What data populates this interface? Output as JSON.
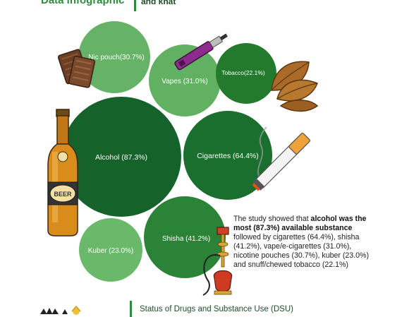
{
  "header": {
    "left_title": "Data infographic",
    "right_title": "and khat"
  },
  "bubbles": [
    {
      "key": "nic_pouch",
      "label": "Nic pouch(30.7%)",
      "value": 30.7,
      "color": "#66b266"
    },
    {
      "key": "vapes",
      "label": "Vapes (31.0%)",
      "value": 31.0,
      "color": "#62b062"
    },
    {
      "key": "tobacco",
      "label": "Tobacco(22.1%)",
      "value": 22.1,
      "color": "#237a2c"
    },
    {
      "key": "alcohol",
      "label": "Alcohol (87.3%)",
      "value": 87.3,
      "color": "#15622a"
    },
    {
      "key": "cigarettes",
      "label": "Cigarettes (64.4%)",
      "value": 64.4,
      "color": "#1a6e2e"
    },
    {
      "key": "shisha",
      "label": "Shisha (41.2%)",
      "value": 41.2,
      "color": "#2a8336"
    },
    {
      "key": "kuber",
      "label": "Kuber (23.0%)",
      "value": 23.0,
      "color": "#6ab86a"
    }
  ],
  "icons": {
    "beer_label": "BEER"
  },
  "summary": {
    "p1": "The study showed that ",
    "b1": "alcohol was the most (87.3%) available substance",
    "p2": " followed by cigarettes (64.4%), shisha (41.2%), vape/e-cigarettes (31.0%), nicotine pouches (30.7%), kuber (23.0%) and snuff/chewed tobacco (22.1%)"
  },
  "footer": {
    "title": "Status of Drugs and Substance Use (DSU)"
  },
  "colors": {
    "accent": "#2e8b3a",
    "dark_green": "#15622a",
    "light_green": "#66b266"
  }
}
